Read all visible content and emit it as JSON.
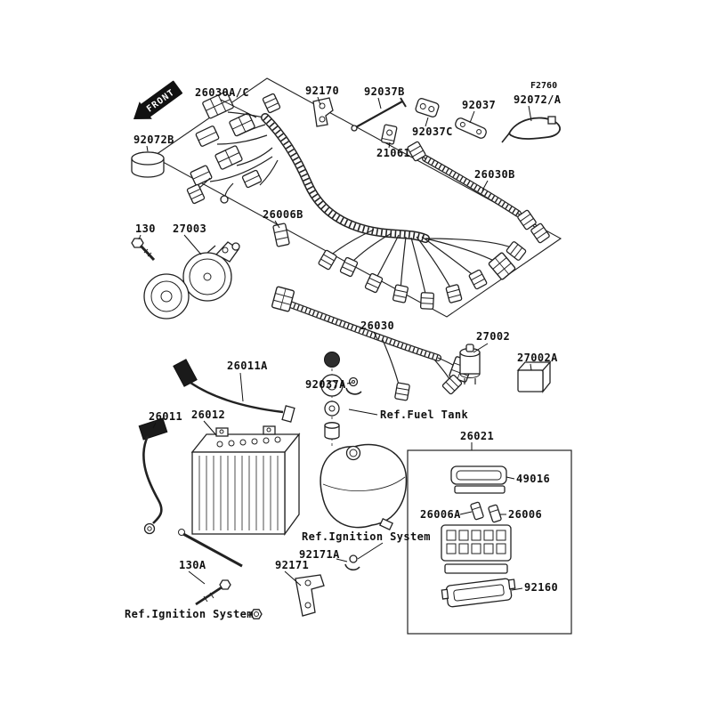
{
  "page": {
    "background": "#ffffff",
    "ink": "#111111"
  },
  "diagram": {
    "code": "F2760",
    "front_marker": "FRONT",
    "labels": {
      "k26030ac": "26030A/C",
      "k92170": "92170",
      "k92037b": "92037B",
      "k92037": "92037",
      "k92072a": "92072/A",
      "k92072b": "92072B",
      "k92037c": "92037C",
      "k21061": "21061",
      "k26030b": "26030B",
      "k26006b": "26006B",
      "k130": "130",
      "k27003": "27003",
      "k26030": "26030",
      "k27002": "27002",
      "k27002a": "27002A",
      "k26011a": "26011A",
      "k92037a": "92037A",
      "kRefFuelTank": "Ref.Fuel Tank",
      "k26011": "26011",
      "k26012": "26012",
      "k26021": "26021",
      "k49016": "49016",
      "k26006a": "26006A",
      "k26006": "26006",
      "k92160": "92160",
      "kRefIgnitionUpper": "Ref.Ignition System",
      "k92171a": "92171A",
      "k92171": "92171",
      "k130a": "130A",
      "kRefIgnitionLower": "Ref.Ignition System"
    }
  }
}
